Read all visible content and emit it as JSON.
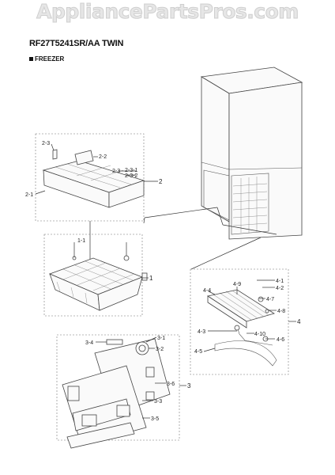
{
  "watermark": "AppliancePartsPros.com",
  "model": "RF27T5241SR/AA  TWIN",
  "section": "FREEZER",
  "callouts": {
    "c2_3": "2-3",
    "c2_2": "2-2",
    "c2_3_1": "2-3-1",
    "c2_3_2": "2-3-2",
    "c2_3b": "2-3",
    "c2": "2",
    "c2_1": "2-1",
    "c1_1": "1-1",
    "c1": "1",
    "c4_9": "4-9",
    "c4_4": "4-4",
    "c4_1": "4-1",
    "c4_2": "4-2",
    "c4_7": "4-7",
    "c4_8": "4-8",
    "c4": "4",
    "c4_3": "4-3",
    "c4_10": "4-10",
    "c4_6": "4-6",
    "c4_5": "4-5",
    "c3_4": "3-4",
    "c3_1": "3-1",
    "c3_2": "3-2",
    "c3_6": "3-6",
    "c3": "3",
    "c3_3": "3-3",
    "c3_5": "3-5"
  }
}
